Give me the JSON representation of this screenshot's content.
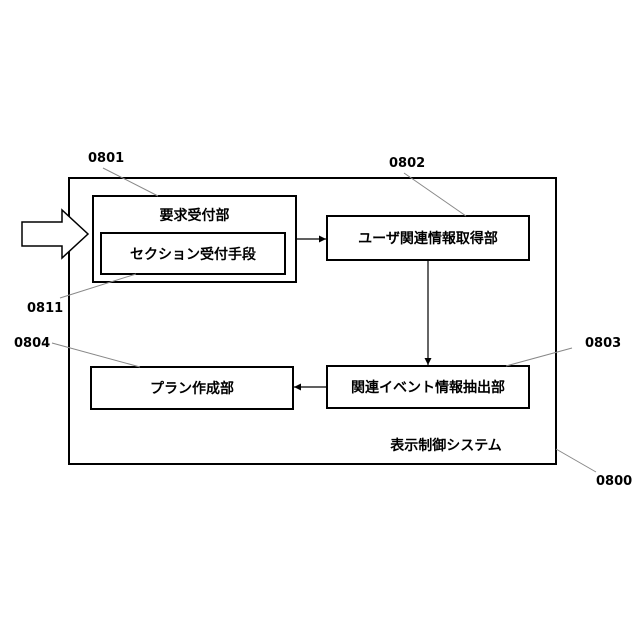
{
  "refs": {
    "r0801": "0801",
    "r0802": "0802",
    "r0803": "0803",
    "r0804": "0804",
    "r0811": "0811",
    "r0800": "0800"
  },
  "blocks": {
    "request_receiver": "要求受付部",
    "section_receiver": "セクション受付手段",
    "user_info_acquirer": "ユーザ関連情報取得部",
    "event_extractor": "関連イベント情報抽出部",
    "plan_creator": "プラン作成部"
  },
  "system_label": "表示制御システム"
}
